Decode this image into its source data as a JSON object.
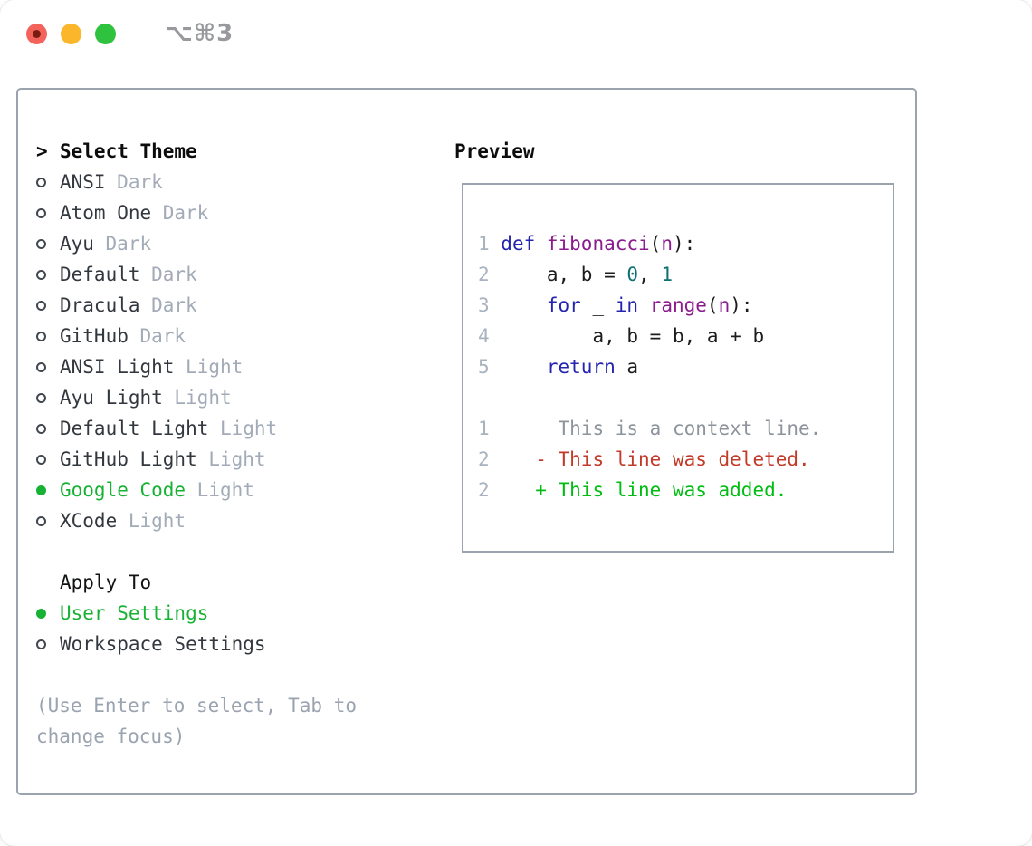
{
  "window": {
    "title": "⌥⌘3"
  },
  "colors": {
    "panel_border": "#9aa3ae",
    "selection_green": "#17b233",
    "muted_gray": "#a2abb7",
    "keyword_blue": "#2424b0",
    "function_purple": "#8a1c8e",
    "number_teal": "#0c7170",
    "deleted_red": "#c23a28",
    "added_green": "#00bd11",
    "traffic_red": "#f4625c",
    "traffic_yellow": "#fcb62c",
    "traffic_green": "#2ec23e"
  },
  "theme_panel": {
    "header": {
      "cursor": ">",
      "label": "Select Theme"
    },
    "items": [
      {
        "name": "ANSI",
        "variant": "Dark",
        "selected": false
      },
      {
        "name": "Atom One",
        "variant": "Dark",
        "selected": false
      },
      {
        "name": "Ayu",
        "variant": "Dark",
        "selected": false
      },
      {
        "name": "Default",
        "variant": "Dark",
        "selected": false
      },
      {
        "name": "Dracula",
        "variant": "Dark",
        "selected": false
      },
      {
        "name": "GitHub",
        "variant": "Dark",
        "selected": false
      },
      {
        "name": "ANSI Light",
        "variant": "Light",
        "selected": false
      },
      {
        "name": "Ayu Light",
        "variant": "Light",
        "selected": false
      },
      {
        "name": "Default Light",
        "variant": "Light",
        "selected": false
      },
      {
        "name": "GitHub Light",
        "variant": "Light",
        "selected": false
      },
      {
        "name": "Google Code",
        "variant": "Light",
        "selected": true
      },
      {
        "name": "XCode",
        "variant": "Light",
        "selected": false
      }
    ],
    "apply_to": {
      "label": "Apply To",
      "options": [
        {
          "name": "User Settings",
          "selected": true
        },
        {
          "name": "Workspace Settings",
          "selected": false
        }
      ]
    },
    "help": [
      "(Use Enter to select, Tab to",
      "change focus)"
    ]
  },
  "preview": {
    "label": "Preview",
    "code_lines": [
      {
        "segments": [
          {
            "t": "1 ",
            "c": "ln"
          },
          {
            "t": "def ",
            "c": "kw"
          },
          {
            "t": "fibonacci",
            "c": "fn"
          },
          {
            "t": "(",
            "c": "pl"
          },
          {
            "t": "n",
            "c": "fn"
          },
          {
            "t": "):",
            "c": "pl"
          }
        ]
      },
      {
        "segments": [
          {
            "t": "2 ",
            "c": "ln"
          },
          {
            "t": "    a, b = ",
            "c": "pl"
          },
          {
            "t": "0",
            "c": "nu"
          },
          {
            "t": ", ",
            "c": "pl"
          },
          {
            "t": "1",
            "c": "nu"
          }
        ]
      },
      {
        "segments": [
          {
            "t": "3 ",
            "c": "ln"
          },
          {
            "t": "    ",
            "c": "pl"
          },
          {
            "t": "for",
            "c": "kw"
          },
          {
            "t": " _ ",
            "c": "pl"
          },
          {
            "t": "in",
            "c": "kw"
          },
          {
            "t": " ",
            "c": "pl"
          },
          {
            "t": "range",
            "c": "fn"
          },
          {
            "t": "(",
            "c": "pl"
          },
          {
            "t": "n",
            "c": "fn"
          },
          {
            "t": "):",
            "c": "pl"
          }
        ]
      },
      {
        "segments": [
          {
            "t": "4 ",
            "c": "ln"
          },
          {
            "t": "        a, b = b, a + b",
            "c": "pl"
          }
        ]
      },
      {
        "segments": [
          {
            "t": "5 ",
            "c": "ln"
          },
          {
            "t": "    ",
            "c": "pl"
          },
          {
            "t": "return",
            "c": "kw"
          },
          {
            "t": " a",
            "c": "pl"
          }
        ]
      }
    ],
    "diff_lines": [
      {
        "segments": [
          {
            "t": "1",
            "c": "ln"
          },
          {
            "t": "      This is a context line.",
            "c": "ctx"
          }
        ]
      },
      {
        "segments": [
          {
            "t": "2",
            "c": "ln"
          },
          {
            "t": "    ",
            "c": "pl"
          },
          {
            "t": "- This line was deleted.",
            "c": "del"
          }
        ]
      },
      {
        "segments": [
          {
            "t": "2",
            "c": "ln"
          },
          {
            "t": "    ",
            "c": "pl"
          },
          {
            "t": "+ This line was added.",
            "c": "add"
          }
        ]
      }
    ]
  }
}
